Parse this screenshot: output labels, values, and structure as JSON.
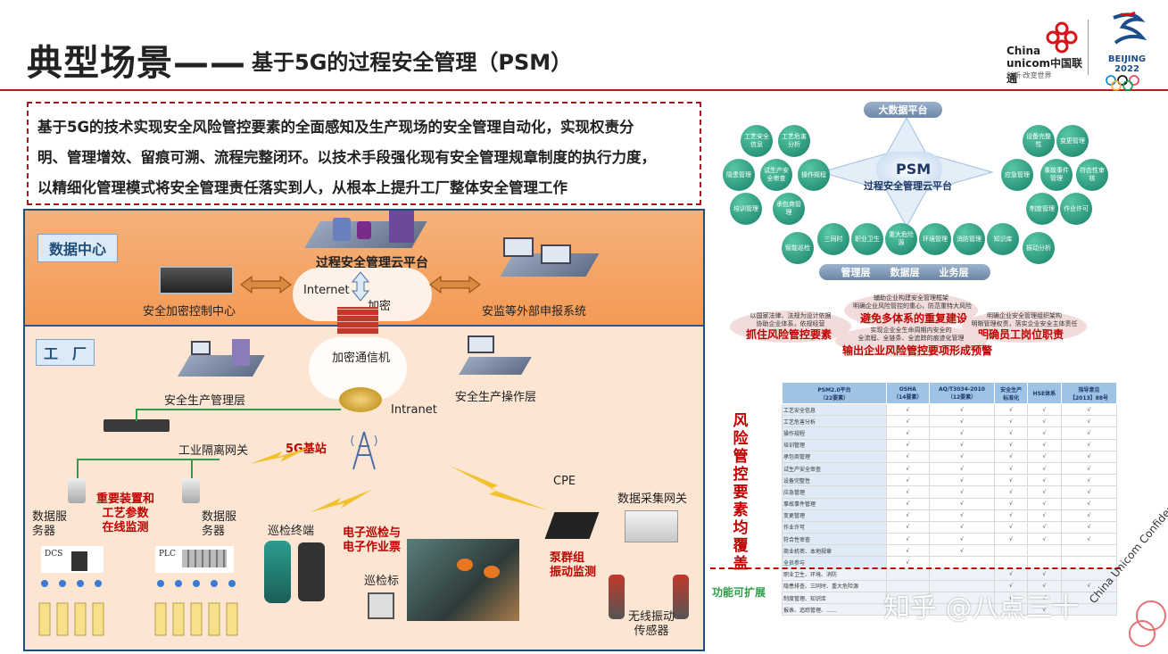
{
  "header": {
    "title_main": "典型场景——",
    "title_sub": "基于5G的过程安全管理（PSM）",
    "cu_logo_en1": "China",
    "cu_logo_en2": "unicom中国联通",
    "cu_slogan": "创新·改变世界",
    "bj_logo_text": "BEIJING 2022"
  },
  "intro": {
    "line1": "基于5G的技术实现安全风险管控要素的全面感知及生产现场的安全管理自动化，实现权责分",
    "line2": "明、管理增效、留痕可溯、流程完整闭环。以技术手段强化现有安全管理规章制度的执行力度，",
    "line3": "以精细化管理模式将安全管理责任落实到人，从根本上提升工厂整体安全管理工作"
  },
  "diagram": {
    "dc_label": "数据中心",
    "factory_label": "工　厂",
    "cloud_platform": "过程安全管理云平台",
    "internet": "Internet",
    "encrypt": "加密",
    "encrypt_ctrl": "安全加密控制中心",
    "ext_system": "安监等外部申报系统",
    "encrypt_comm": "加密通信机",
    "mgmt_layer": "安全生产管理层",
    "op_layer": "安全生产操作层",
    "intranet": "Intranet",
    "gateway": "工业隔离网关",
    "base_station": "5G基站",
    "monitoring": "重要装置和\n工艺参数\n在线监测",
    "data_server_1": "数据服\n务器",
    "data_server_2": "数据服\n务器",
    "dcs": "DCS",
    "plc": "PLC",
    "inspection_terminal": "巡检终端",
    "e_inspection": "电子巡检与\n电子作业票",
    "inspection_tag": "巡检标",
    "cpe": "CPE",
    "data_gateway": "数据采集网关",
    "pump_monitor": "泵群组\n振动监测",
    "wireless_sensor": "无线振动\n传感器"
  },
  "psm": {
    "bigdata": "大数据平台",
    "center_title": "PSM",
    "center_sub": "过程安全管理云平台",
    "left_bubbles": [
      "工艺安全信息",
      "工艺危害分析",
      "隐患管理",
      "试生产安全审查",
      "操作规程",
      "培训管理",
      "承包商管理"
    ],
    "right_bubbles": [
      "设备完整性",
      "变更管理",
      "应急管理",
      "事故事件管理",
      "符合性审核",
      "制度管理",
      "作业许可"
    ],
    "bottom_bubbles": [
      "智能巡检",
      "三同时",
      "职业卫生",
      "重大危险源",
      "环境管理",
      "消防管理",
      "知识库",
      "振动分析"
    ],
    "layers": "管理层　　数据层　　业务层",
    "risk1_title": "避免多体系的重复建设",
    "risk1_desc": "辅助企业构建安全管理框架\n明确企业风险管控的重心，防范重特大风险",
    "risk2_title": "抓住风险管控要素",
    "risk2_desc": "以国家法律、法规为设计依据\n协助企业体系，依规经营",
    "risk3_title": "明确员工岗位职责",
    "risk3_desc": "明确企业安全管理组织架构\n明晰管理权责，落实企业安全主体责任",
    "risk4_title": "输出企业风险管控要项形成预警",
    "risk4_desc": "实现企业全生命周期内安全的\n全流程、全链条、全追踪的痕迹化管理"
  },
  "coverage": {
    "vertical_label": "风险管控要素均覆盖",
    "ext_label": "功能可扩展",
    "headers": [
      "PSM2.0平台\n（22要素）",
      "OSHA\n（14要素）",
      "AQ/T3034-2010\n（12要素）",
      "安全生产\n标准化",
      "HSE体系",
      "指导意见\n【2013】88号"
    ],
    "rows": [
      [
        "工艺安全信息",
        "√",
        "√",
        "√",
        "√",
        "√"
      ],
      [
        "工艺危害分析",
        "√",
        "√",
        "√",
        "√",
        "√"
      ],
      [
        "操作规程",
        "√",
        "√",
        "√",
        "√",
        "√"
      ],
      [
        "培训管理",
        "√",
        "√",
        "√",
        "√",
        "√"
      ],
      [
        "承包商管理",
        "√",
        "√",
        "√",
        "√",
        "√"
      ],
      [
        "试生产安全审查",
        "√",
        "√",
        "√",
        "√",
        "√"
      ],
      [
        "设备完整性",
        "√",
        "√",
        "√",
        "√",
        "√"
      ],
      [
        "应急管理",
        "√",
        "√",
        "√",
        "√",
        "√"
      ],
      [
        "事故事件管理",
        "√",
        "√",
        "√",
        "√",
        "√"
      ],
      [
        "变更管理",
        "√",
        "√",
        "√",
        "√",
        "√"
      ],
      [
        "作业许可",
        "√",
        "√",
        "√",
        "√",
        "√"
      ],
      [
        "符合性审查",
        "√",
        "√",
        "√",
        "√",
        "√"
      ],
      [
        "商业机密、本地规章",
        "√",
        "√",
        "",
        "",
        ""
      ],
      [
        "全员参与",
        "√",
        "",
        "",
        "",
        ""
      ]
    ],
    "ext_rows": [
      [
        "职业卫生、环境、消防",
        "",
        "",
        "√",
        "√",
        ""
      ],
      [
        "隐患排查、三同时、重大危险源",
        "",
        "",
        "√",
        "√",
        "√"
      ],
      [
        "制度管理、知识库",
        "",
        "",
        "√",
        "√",
        ""
      ],
      [
        "报表、追踪管理、……",
        "",
        "",
        "√",
        "√",
        ""
      ]
    ]
  },
  "overlay": {
    "watermark": "知乎 @八点三十",
    "confidential": "China Unicom Confidential"
  }
}
